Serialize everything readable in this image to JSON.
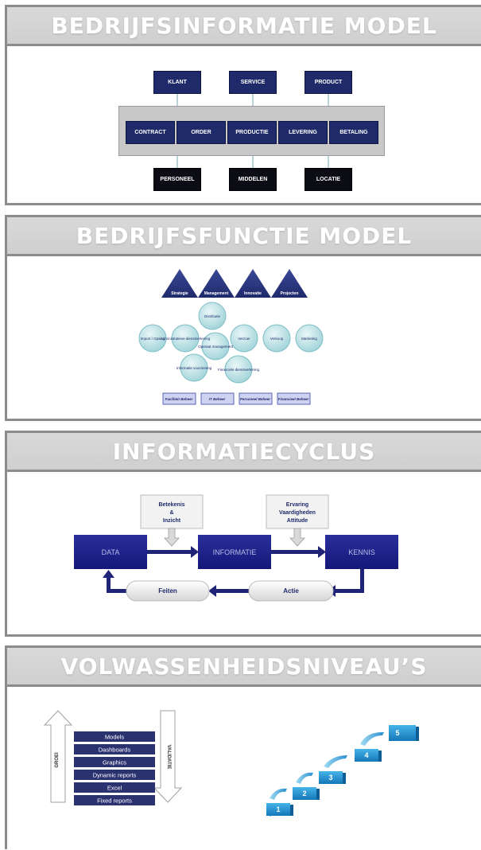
{
  "panels": [
    {
      "title": "BEDRIJFSINFORMATIE MODEL"
    },
    {
      "title": "BEDRIJFSFUNCTIE MODEL"
    },
    {
      "title": "INFORMATIECYCLUS"
    },
    {
      "title": "VOLWASSENHEIDSNIVEAU’S"
    }
  ],
  "info_model": {
    "top": [
      "KLANT",
      "SERVICE",
      "PRODUCT"
    ],
    "middle": [
      "CONTRACT",
      "ORDER",
      "PRODUCTIE",
      "LEVERING",
      "BETALING"
    ],
    "bottom": [
      "PERSONEEL",
      "MIDDELEN",
      "LOCATIE"
    ]
  },
  "function_model": {
    "triangles": [
      "Strategie",
      "Management",
      "Innovatie",
      "Projecten"
    ],
    "circles": [
      "Distributie",
      "Import / Opslag",
      "Administratieve dienstverlening",
      "Operaat management",
      "Verzoer",
      "Verkoop",
      "Marketing",
      "Informatie voorziening",
      "Financiele dienstverlening"
    ],
    "bars": [
      "Faciliteit Beheer",
      "IT Beheer",
      "Personeel Beheer",
      "Financieel Beheer"
    ]
  },
  "cycle": {
    "data": "DATA",
    "informatie": "INFORMATIE",
    "kennis": "KENNIS",
    "input1": [
      "Betekenis",
      "&",
      "Inzicht"
    ],
    "input2": [
      "Ervaring",
      "Vaardigheden",
      "Attitude"
    ],
    "feiten": "Feiten",
    "actie": "Actie"
  },
  "maturity": {
    "stack": [
      "Models",
      "Dashboards",
      "Graphics",
      "Dynamic reports",
      "Excel",
      "Fixed reports"
    ],
    "left_arrow": "GROEI",
    "right_arrow": "VALIDATIE",
    "steps": [
      "1",
      "2",
      "3",
      "4",
      "5"
    ],
    "colors": {
      "navy": "#2a3270",
      "step": "#1d8fd0"
    }
  }
}
